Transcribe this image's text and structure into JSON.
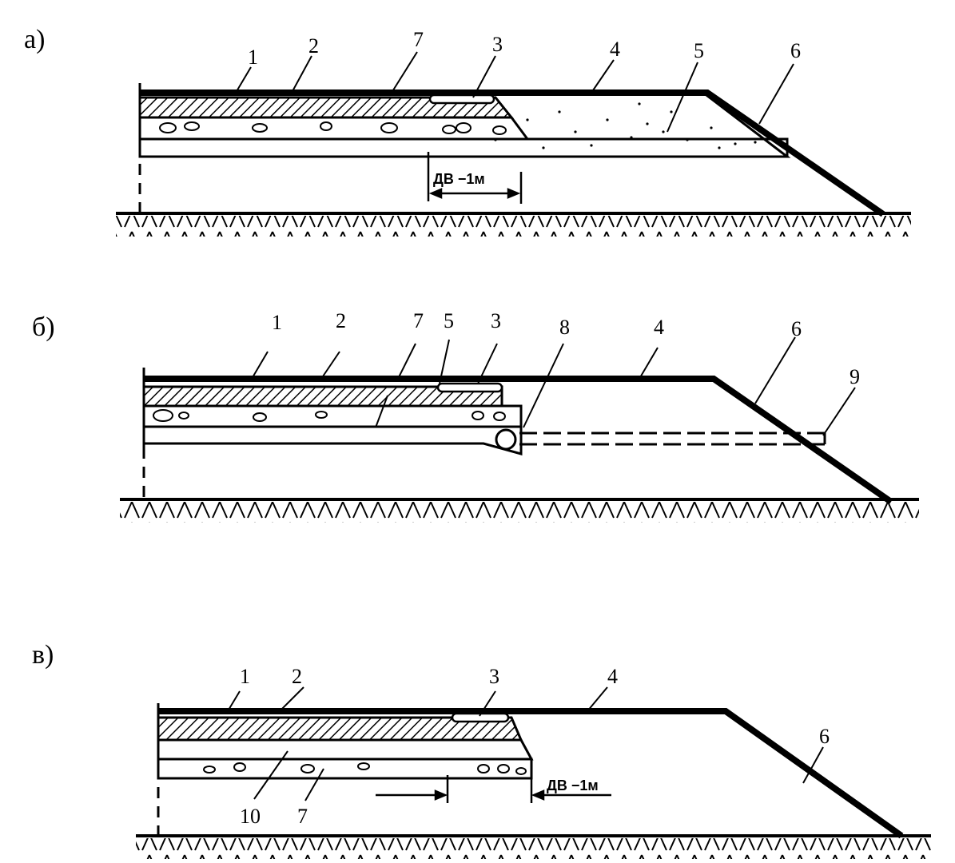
{
  "figure": {
    "panels": [
      {
        "label": "а)",
        "numbers": [
          "1",
          "2",
          "7",
          "3",
          "4",
          "5",
          "6"
        ],
        "dimension": "ДВ −1м"
      },
      {
        "label": "б)",
        "numbers": [
          "1",
          "2",
          "7",
          "5",
          "3",
          "8",
          "4",
          "6",
          "9"
        ]
      },
      {
        "label": "в)",
        "numbers": [
          "1",
          "2",
          "3",
          "4",
          "6",
          "10",
          "7"
        ],
        "dimension": "ДВ −1м"
      }
    ]
  }
}
